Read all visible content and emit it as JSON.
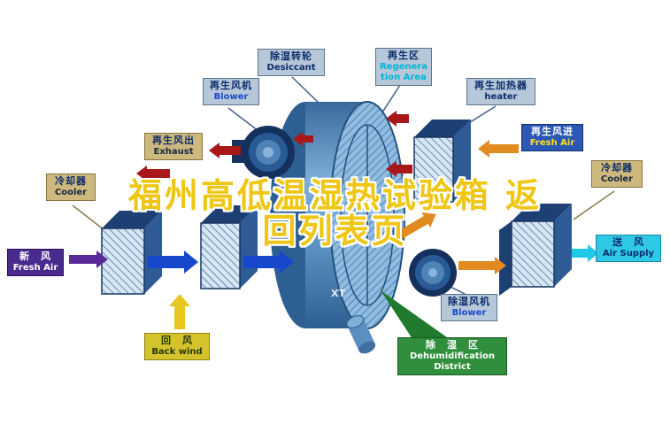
{
  "title": {
    "line1": "福州高低温湿热试验箱 返",
    "line2": "回列表页"
  },
  "watermark": "XT",
  "labels": {
    "regen_blower": {
      "zh": "再生风机",
      "en": "Blower"
    },
    "desiccant": {
      "zh": "除湿转轮",
      "en": "Desiccant"
    },
    "regen_area": {
      "zh": "再生区",
      "en": "Regeneration Area"
    },
    "regen_heater": {
      "zh": "再生加热器",
      "en": "heater"
    },
    "exhaust_out": {
      "zh": "再生风出",
      "en": "Exhaust"
    },
    "cooler_left": {
      "zh": "冷却器",
      "en": "Cooler"
    },
    "fresh_air_in": {
      "zh": "新　风",
      "en": "Fresh Air"
    },
    "regen_air_in": {
      "zh": "再生风进",
      "en": "Fresh Air"
    },
    "cooler_right": {
      "zh": "冷却器",
      "en": "Cooler"
    },
    "air_supply": {
      "zh": "送　风",
      "en": "Air Supply"
    },
    "back_wind": {
      "zh": "回　风",
      "en": "Back wind"
    },
    "dehum_blower": {
      "zh": "除湿风机",
      "en": "Blower"
    },
    "dehum_district": {
      "zh": "除　湿　区",
      "en": "Dehumidification District"
    }
  },
  "colors": {
    "title_yellow": "#f0c614",
    "rotor_blue": "#5b8fc0",
    "arrow_red": "#a81818",
    "arrow_orange": "#e08a20",
    "arrow_yellow": "#e8c820",
    "arrow_blue": "#1747cc",
    "arrow_purple": "#5a2a9a",
    "arrow_green": "#2f8f3c",
    "arrow_cyan": "#20c8e8"
  }
}
